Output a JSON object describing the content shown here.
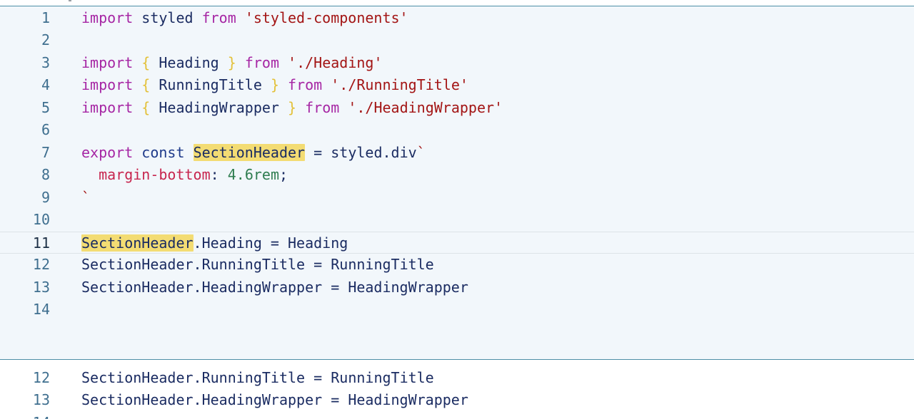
{
  "editor": {
    "lines": [
      {
        "number": "1",
        "parts": [
          "import",
          "styled",
          "from",
          "'styled-components'"
        ]
      },
      {
        "number": "2",
        "parts": []
      },
      {
        "number": "3",
        "parts": [
          "import",
          "{",
          "Heading",
          "}",
          "from",
          "'./Heading'"
        ]
      },
      {
        "number": "4",
        "parts": [
          "import",
          "{",
          "RunningTitle",
          "}",
          "from",
          "'./RunningTitle'"
        ]
      },
      {
        "number": "5",
        "parts": [
          "import",
          "{",
          "HeadingWrapper",
          "}",
          "from",
          "'./HeadingWrapper'"
        ]
      },
      {
        "number": "6",
        "parts": []
      },
      {
        "number": "7",
        "parts": [
          "export",
          "const",
          "SectionHeader",
          "=",
          "styled",
          ".",
          "div",
          "`"
        ]
      },
      {
        "number": "8",
        "parts": [
          "margin-bottom",
          ":",
          "4.6rem",
          ";"
        ]
      },
      {
        "number": "9",
        "parts": [
          "`"
        ]
      },
      {
        "number": "10",
        "parts": []
      },
      {
        "number": "11",
        "parts": [
          "SectionHeader",
          ".Heading",
          "=",
          "Heading"
        ]
      },
      {
        "number": "12",
        "parts": [
          "SectionHeader",
          ".RunningTitle",
          "=",
          "RunningTitle"
        ]
      },
      {
        "number": "13",
        "parts": [
          "SectionHeader",
          ".HeadingWrapper",
          "=",
          "HeadingWrapper"
        ]
      },
      {
        "number": "14",
        "parts": []
      }
    ],
    "current_line": "11"
  },
  "diff_preview": {
    "lines": [
      {
        "number": "12",
        "parts": [
          "SectionHeader",
          ".RunningTitle",
          "=",
          "RunningTitle"
        ]
      },
      {
        "number": "13",
        "parts": [
          "SectionHeader",
          ".HeadingWrapper",
          "=",
          "HeadingWrapper"
        ]
      },
      {
        "number": "14",
        "parts": []
      }
    ]
  },
  "colors": {
    "panel_background": "#f2f7fb",
    "panel_border": "#4d8fa6",
    "keyword": "#a626a4",
    "string": "#a31515",
    "brace": "#e3c13a",
    "identifier": "#1b2c62",
    "highlight": "#f3dc73",
    "css_property": "#c7254e",
    "number": "#2f7d50"
  }
}
